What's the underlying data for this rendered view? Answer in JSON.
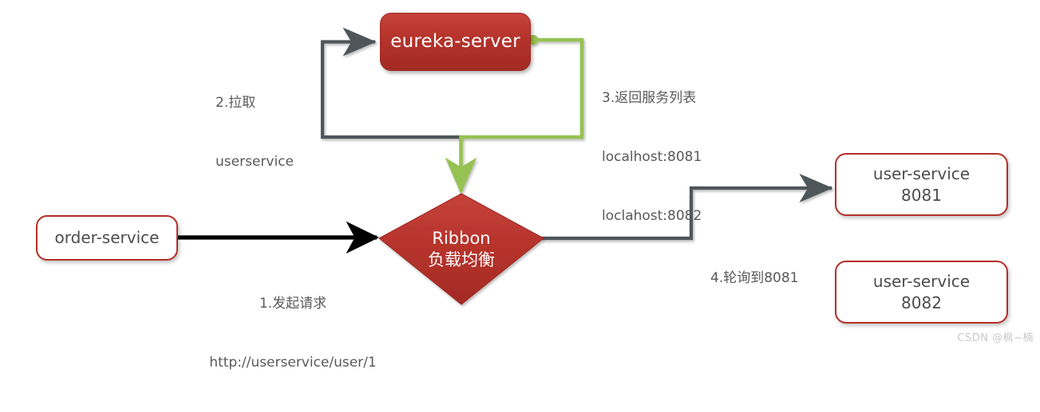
{
  "diagram": {
    "title": "Ribbon load balancing flow",
    "colors": {
      "node_red_top": "#c5423a",
      "node_red_bottom": "#a32a24",
      "node_border_red": "#b33028",
      "edge_gray": "#4f565a",
      "edge_green": "#96c252",
      "edge_black": "#000000",
      "text_gray": "#595959",
      "background": "#ffffff"
    },
    "nodes": {
      "eureka": {
        "label": "eureka-server"
      },
      "order_service": {
        "label": "order-service"
      },
      "ribbon": {
        "line1": "Ribbon",
        "line2": "负载均衡"
      },
      "user_service_8081": {
        "line1": "user-service",
        "line2": "8081"
      },
      "user_service_8082": {
        "line1": "user-service",
        "line2": "8082"
      }
    },
    "edges": {
      "step1": {
        "line1": "1.发起请求",
        "line2": "http://userservice/user/1"
      },
      "step2": {
        "line1": "2.拉取",
        "line2": "userservice"
      },
      "step3": {
        "line1": "3.返回服务列表",
        "line2": "localhost:8081",
        "line3": "loclahost:8082"
      },
      "step4": {
        "line1": "4.轮询到8081"
      }
    }
  },
  "watermark": {
    "text": "CSDN @枫~楠"
  }
}
